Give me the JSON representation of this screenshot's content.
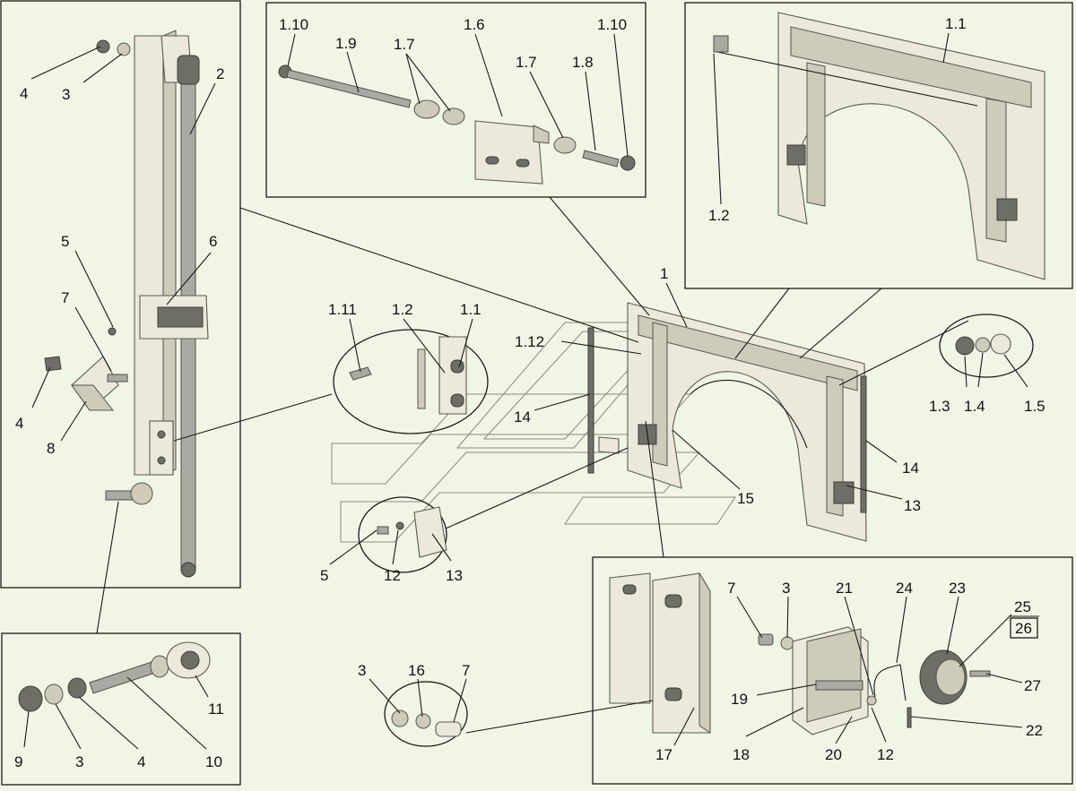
{
  "labels": [
    {
      "id": "l-1-10a",
      "text": "1.10"
    },
    {
      "id": "l-1-9",
      "text": "1.9"
    },
    {
      "id": "l-1-7a",
      "text": "1.7"
    },
    {
      "id": "l-1-6",
      "text": "1.6"
    },
    {
      "id": "l-1-7b",
      "text": "1.7"
    },
    {
      "id": "l-1-8",
      "text": "1.8"
    },
    {
      "id": "l-1-10b",
      "text": "1.10"
    },
    {
      "id": "l-1-1a",
      "text": "1.1"
    },
    {
      "id": "l-1-2a",
      "text": "1.2"
    },
    {
      "id": "l-4a",
      "text": "4"
    },
    {
      "id": "l-3a",
      "text": "3"
    },
    {
      "id": "l-2",
      "text": "2"
    },
    {
      "id": "l-5a",
      "text": "5"
    },
    {
      "id": "l-6",
      "text": "6"
    },
    {
      "id": "l-7a",
      "text": "7"
    },
    {
      "id": "l-4b",
      "text": "4"
    },
    {
      "id": "l-8",
      "text": "8"
    },
    {
      "id": "l-1-11",
      "text": "1.11"
    },
    {
      "id": "l-1-2b",
      "text": "1.2"
    },
    {
      "id": "l-1-1b",
      "text": "1.1"
    },
    {
      "id": "l-1-12",
      "text": "1.12"
    },
    {
      "id": "l-1",
      "text": "1"
    },
    {
      "id": "l-14a",
      "text": "14"
    },
    {
      "id": "l-14b",
      "text": "14"
    },
    {
      "id": "l-15",
      "text": "15"
    },
    {
      "id": "l-13a",
      "text": "13"
    },
    {
      "id": "l-1-3",
      "text": "1.3"
    },
    {
      "id": "l-1-4",
      "text": "1.4"
    },
    {
      "id": "l-1-5",
      "text": "1.5"
    },
    {
      "id": "l-5b",
      "text": "5"
    },
    {
      "id": "l-12a",
      "text": "12"
    },
    {
      "id": "l-13b",
      "text": "13"
    },
    {
      "id": "l-9",
      "text": "9"
    },
    {
      "id": "l-3b",
      "text": "3"
    },
    {
      "id": "l-4c",
      "text": "4"
    },
    {
      "id": "l-10",
      "text": "10"
    },
    {
      "id": "l-11",
      "text": "11"
    },
    {
      "id": "l-3c",
      "text": "3"
    },
    {
      "id": "l-16",
      "text": "16"
    },
    {
      "id": "l-7b",
      "text": "7"
    },
    {
      "id": "l-7c",
      "text": "7"
    },
    {
      "id": "l-3d",
      "text": "3"
    },
    {
      "id": "l-21",
      "text": "21"
    },
    {
      "id": "l-24",
      "text": "24"
    },
    {
      "id": "l-23",
      "text": "23"
    },
    {
      "id": "l-25",
      "text": "25"
    },
    {
      "id": "l-26",
      "text": "26"
    },
    {
      "id": "l-27",
      "text": "27"
    },
    {
      "id": "l-19",
      "text": "19"
    },
    {
      "id": "l-22",
      "text": "22"
    },
    {
      "id": "l-17",
      "text": "17"
    },
    {
      "id": "l-18",
      "text": "18"
    },
    {
      "id": "l-20",
      "text": "20"
    },
    {
      "id": "l-12b",
      "text": "12"
    }
  ]
}
